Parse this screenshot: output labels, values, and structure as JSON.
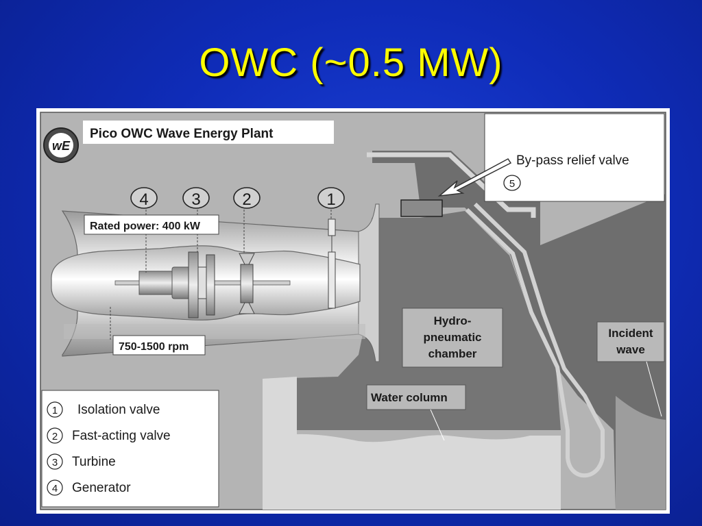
{
  "slide": {
    "title": "OWC (~0.5 MW)"
  },
  "diagram": {
    "heading": "Pico OWC Wave Energy Plant",
    "logo_text": "wE",
    "rated_power": "Rated power: 400 kW",
    "rpm": "750-1500 rpm",
    "bypass_label": "By-pass relief valve",
    "bypass_number": "5",
    "chamber_line1": "Hydro-",
    "chamber_line2": "pneumatic",
    "chamber_line3": "chamber",
    "water_column": "Water column",
    "incident_line1": "Incident",
    "incident_line2": "wave",
    "callouts": [
      "4",
      "3",
      "2",
      "1"
    ],
    "legend": [
      {
        "num": "1",
        "label": "Isolation valve"
      },
      {
        "num": "2",
        "label": "Fast-acting valve"
      },
      {
        "num": "3",
        "label": "Turbine"
      },
      {
        "num": "4",
        "label": "Generator"
      }
    ]
  }
}
